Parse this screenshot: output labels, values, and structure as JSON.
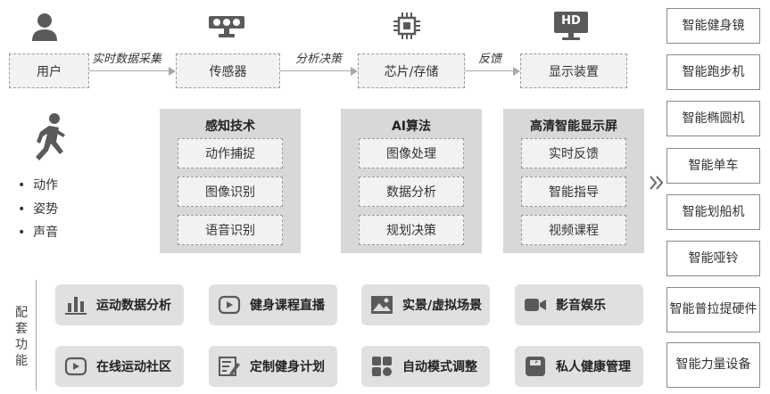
{
  "flow": {
    "nodes": [
      "用户",
      "传感器",
      "芯片/存储",
      "显示装置"
    ],
    "arrows": [
      "实时数据采集",
      "分析决策",
      "反馈"
    ]
  },
  "inputs": [
    "动作",
    "姿势",
    "声音"
  ],
  "panels": [
    {
      "title": "感知技术",
      "items": [
        "动作捕捉",
        "图像识别",
        "语音识别"
      ]
    },
    {
      "title": "AI算法",
      "items": [
        "图像处理",
        "数据分析",
        "规划决策"
      ]
    },
    {
      "title": "高清智能显示屏",
      "items": [
        "实时反馈",
        "智能指导",
        "视频课程"
      ]
    }
  ],
  "products": [
    "智能健身镜",
    "智能跑步机",
    "智能椭圆机",
    "智能单车",
    "智能划船机",
    "智能哑铃",
    "智能普拉提硬件",
    "智能力量设备"
  ],
  "products_lines": [
    [
      "智能普拉提",
      "硬件"
    ],
    [
      "智能力量",
      "设备"
    ]
  ],
  "hd_badge": "HD",
  "side_label": "配套功能",
  "side_label_chars": [
    "配",
    "套",
    "功",
    "能"
  ],
  "features": [
    {
      "label": "运动数据分析",
      "icon": "bar-chart-icon"
    },
    {
      "label": "健身课程直播",
      "icon": "play-button-icon"
    },
    {
      "label": "实景/虚拟场景",
      "icon": "image-icon"
    },
    {
      "label": "影音娱乐",
      "icon": "video-camera-icon"
    },
    {
      "label": "在线运动社区",
      "icon": "play-button-icon"
    },
    {
      "label": "定制健身计划",
      "icon": "edit-list-icon"
    },
    {
      "label": "自动模式调整",
      "icon": "app-grid-icon"
    },
    {
      "label": "私人健康管理",
      "icon": "scale-icon"
    }
  ],
  "colors": {
    "icon": "#5a5a5a",
    "panel": "#d8d8d8",
    "box": "#f2f2f2",
    "feature": "#e0e0e0"
  }
}
